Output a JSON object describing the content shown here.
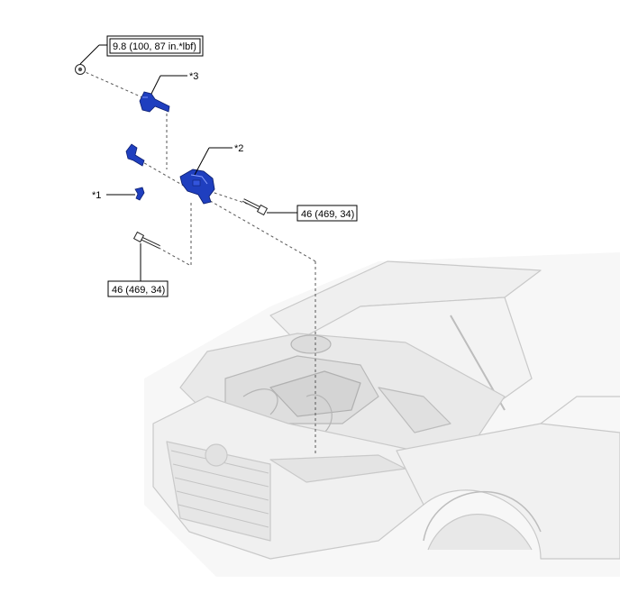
{
  "callouts": {
    "c1": "*1",
    "c2": "*2",
    "c3": "*3"
  },
  "torques": {
    "nut": "9.8 (100, 87 in.*lbf)",
    "bolt_right": "46 (469, 34)",
    "bolt_left": "46 (469, 34)"
  },
  "colors": {
    "part_blue": "#1f3fbf",
    "car_gray": "#cfcfcf"
  }
}
